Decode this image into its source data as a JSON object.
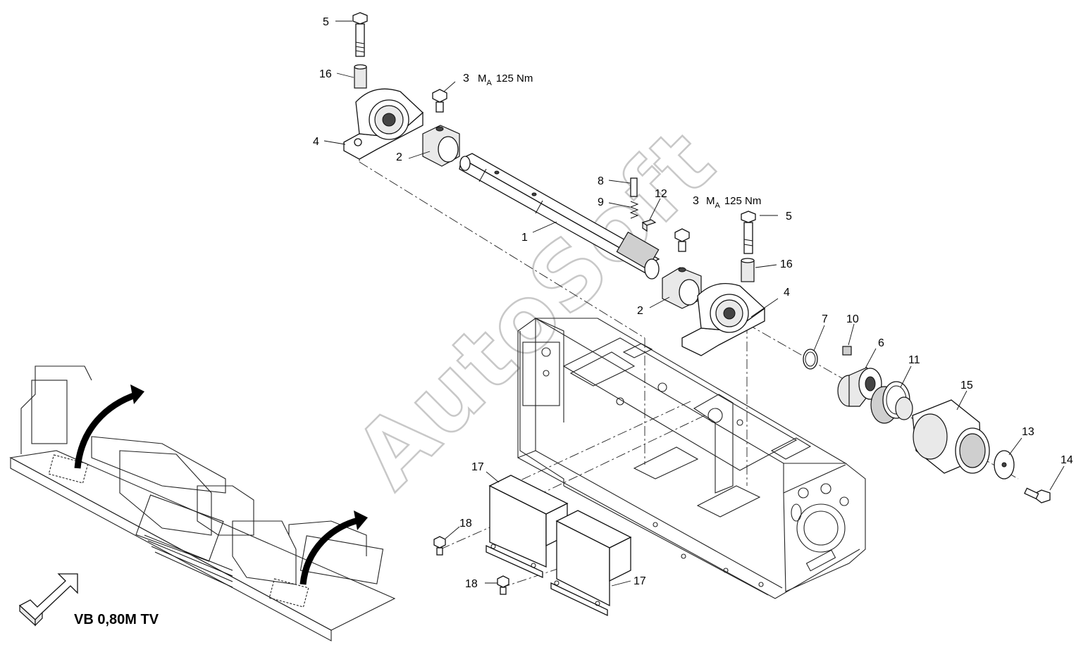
{
  "diagram": {
    "model_label": "VB 0,80M TV",
    "watermark": "AutoSoft",
    "torque": {
      "symbol": "M",
      "subscript": "A",
      "value": "125 Nm"
    },
    "callouts": {
      "c1": "1",
      "c2a": "2",
      "c2b": "2",
      "c3a": "3",
      "c3b": "3",
      "c4a": "4",
      "c4b": "4",
      "c5a": "5",
      "c5b": "5",
      "c6": "6",
      "c7": "7",
      "c8": "8",
      "c9": "9",
      "c10": "10",
      "c11": "11",
      "c12": "12",
      "c13": "13",
      "c14": "14",
      "c15": "15",
      "c16a": "16",
      "c16b": "16",
      "c17a": "17",
      "c17b": "17",
      "c18a": "18",
      "c18b": "18"
    }
  }
}
